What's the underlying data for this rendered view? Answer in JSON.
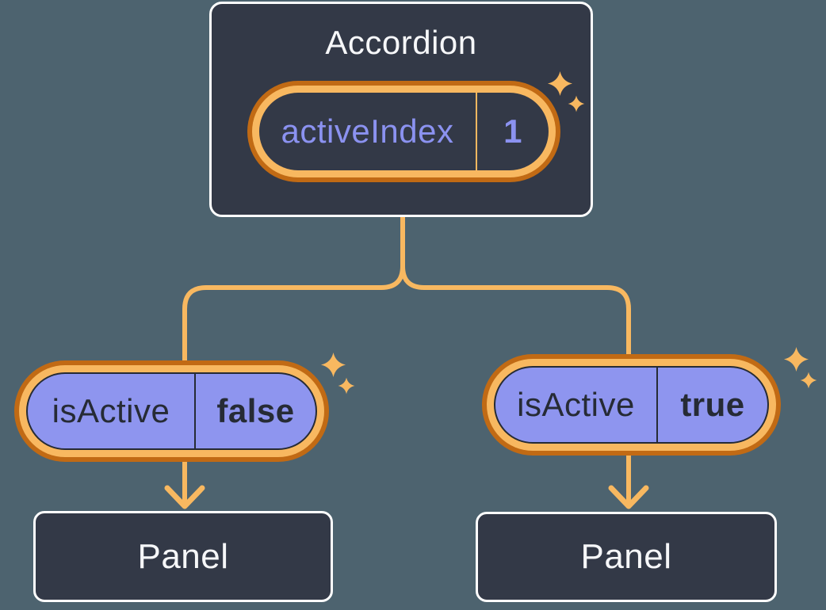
{
  "diagram": {
    "accordion": {
      "title": "Accordion",
      "state_name": "activeIndex",
      "state_value": "1"
    },
    "children": {
      "left": {
        "prop_name": "isActive",
        "prop_value": "false",
        "panel_label": "Panel"
      },
      "right": {
        "prop_name": "isActive",
        "prop_value": "true",
        "panel_label": "Panel"
      }
    }
  },
  "colors": {
    "background": "#4D636F",
    "card_fill": "#333947",
    "card_border": "#FFFFFF",
    "pill_ring_outer": "#C16A14",
    "pill_ring_inner": "#F8B860",
    "connector_line": "#F8B860",
    "sparkle": "#F8B860",
    "prop_pill_fill": "#8E95EF",
    "state_text": "#8B92F0",
    "dark_text": "#262B35",
    "light_text": "#F6F7F9"
  },
  "icons": {
    "sparkle": "sparkle-icon",
    "arrow": "arrow-down-icon"
  }
}
